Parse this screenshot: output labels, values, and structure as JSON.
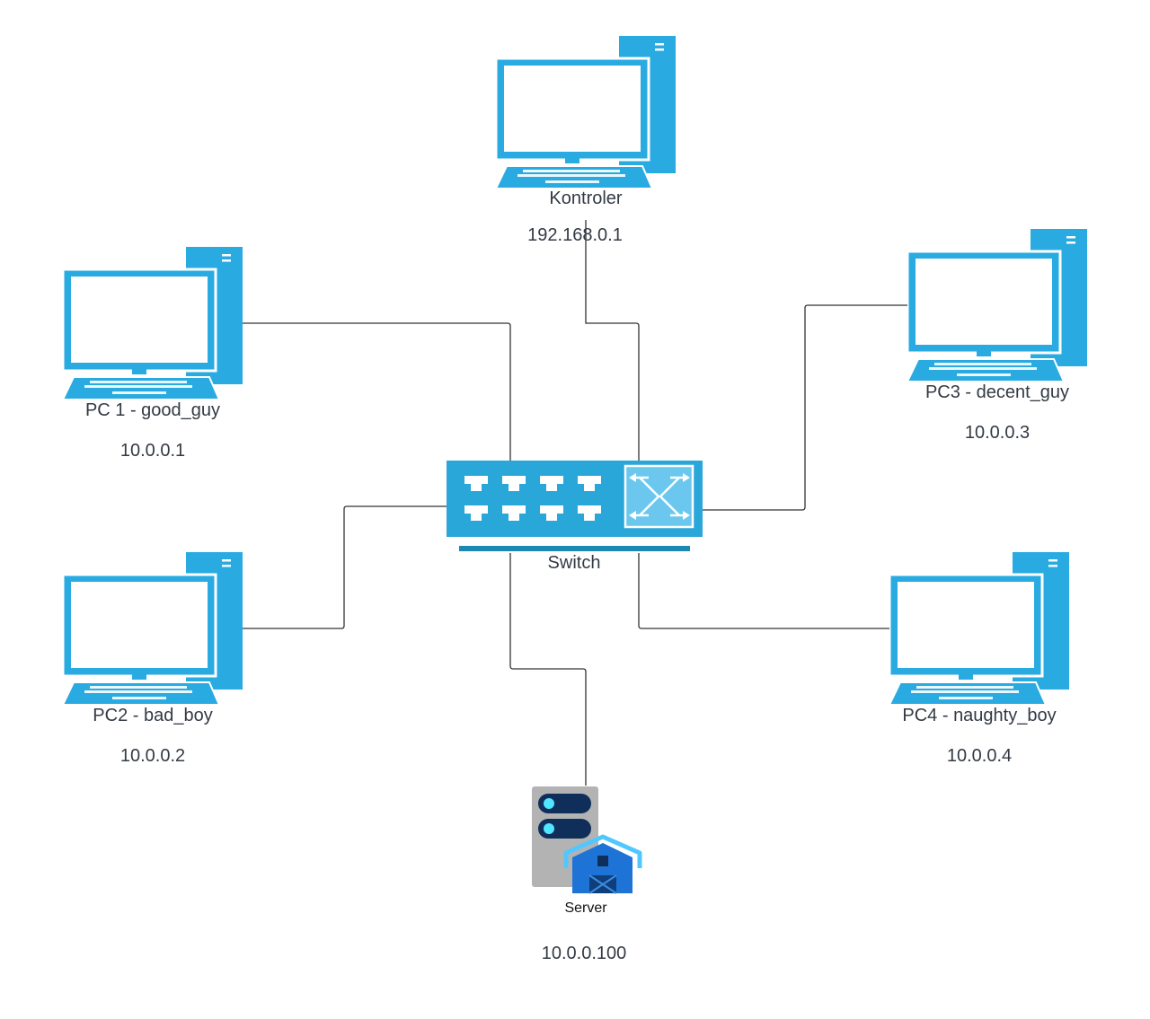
{
  "colors": {
    "device_blue": "#29abe2",
    "switch_blue": "#2aa7d9",
    "switch_base": "#1e88b4",
    "switch_panel": "#6bc7ee",
    "link_line": "#333333",
    "server_gray": "#b3b3b3",
    "server_dark": "#0f2f5a",
    "server_led": "#50e6ff",
    "barn_blue": "#1e73d6",
    "barn_roof": "#50c8ff"
  },
  "nodes": {
    "kontroler": {
      "name": "Kontroler",
      "ip": "192.168.0.1",
      "icon": "desktop-computer-icon"
    },
    "pc1": {
      "name": "PC 1 - good_guy",
      "ip": "10.0.0.1",
      "icon": "desktop-computer-icon"
    },
    "pc2": {
      "name": "PC2 - bad_boy",
      "ip": "10.0.0.2",
      "icon": "desktop-computer-icon"
    },
    "pc3": {
      "name": "PC3 - decent_guy",
      "ip": "10.0.0.3",
      "icon": "desktop-computer-icon"
    },
    "pc4": {
      "name": "PC4 - naughty_boy",
      "ip": "10.0.0.4",
      "icon": "desktop-computer-icon"
    },
    "switch": {
      "name": "Switch",
      "icon": "network-switch-icon"
    },
    "server": {
      "name": "Server",
      "ip": "10.0.0.100",
      "icon": "storage-server-icon"
    }
  },
  "links": [
    {
      "from": "pc1",
      "to": "switch"
    },
    {
      "from": "kontroler",
      "to": "switch"
    },
    {
      "from": "pc3",
      "to": "switch"
    },
    {
      "from": "pc2",
      "to": "switch"
    },
    {
      "from": "pc4",
      "to": "switch"
    },
    {
      "from": "server",
      "to": "switch"
    }
  ]
}
